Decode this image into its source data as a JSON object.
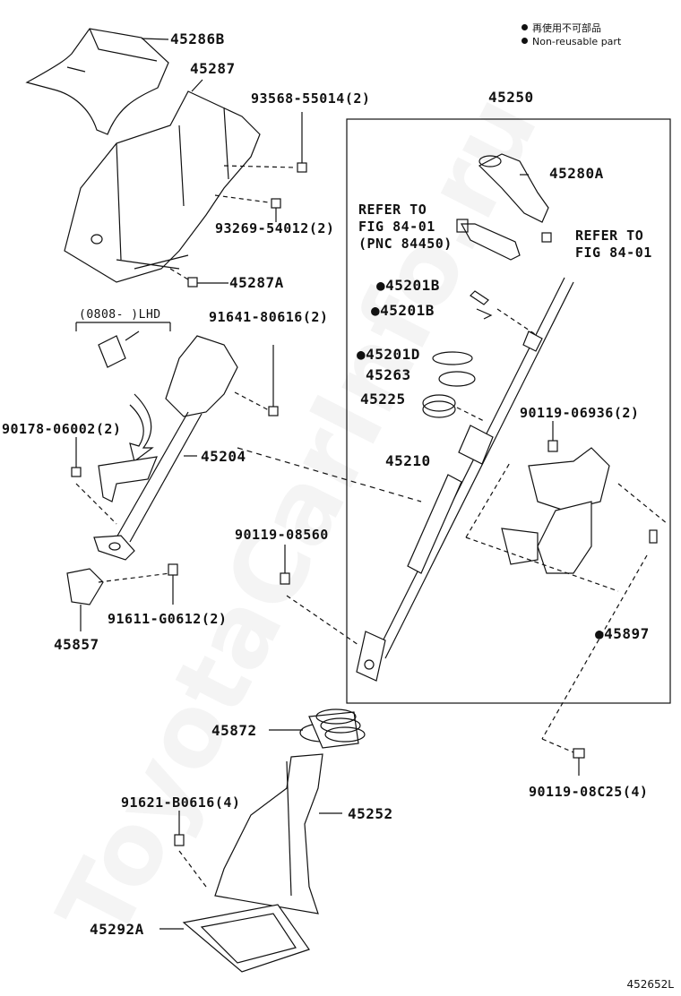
{
  "legend": {
    "jp": "再使用不可部品",
    "en": "Non-reusable part"
  },
  "watermark": "ToyotaCarInfo.ru",
  "figure_id": "452652L",
  "variant_note": "(0808-      )LHD",
  "parts": {
    "p45286B": "45286B",
    "p45287": "45287",
    "p93568": "93568-55014(2)",
    "p93269": "93269-54012(2)",
    "p45287A": "45287A",
    "p45250": "45250",
    "p45280A": "45280A",
    "refer1_a": "REFER TO",
    "refer1_b": "FIG 84-01",
    "refer1_c": "(PNC 84450)",
    "refer2_a": "REFER TO",
    "refer2_b": "FIG 84-01",
    "p45201B_1": "●45201B",
    "p45201B_2": "●45201B",
    "p91641": "91641-80616(2)",
    "p45201D": "●45201D",
    "p45263": "45263",
    "p45225": "45225",
    "p90119_06936": "90119-06936(2)",
    "p90178": "90178-06002(2)",
    "p45204": "45204",
    "p45210": "45210",
    "p90119_08560": "90119-08560",
    "p91611": "91611-G0612(2)",
    "p45857": "45857",
    "p45897": "●45897",
    "p45872": "45872",
    "p90119_08C25": "90119-08C25(4)",
    "p91621": "91621-B0616(4)",
    "p45252": "45252",
    "p45292A": "45292A"
  }
}
